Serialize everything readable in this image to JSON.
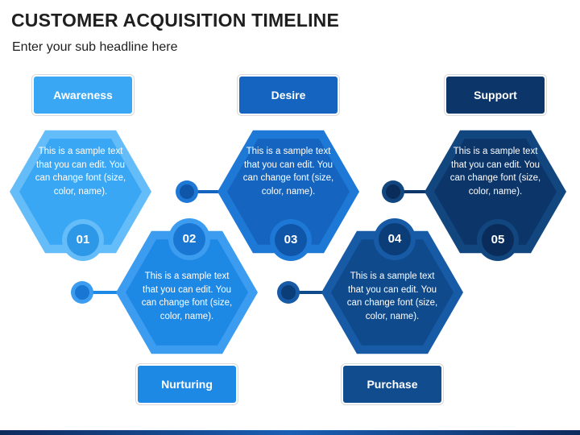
{
  "header": {
    "title": "CUSTOMER ACQUISITION TIMELINE",
    "subtitle": "Enter your sub headline here"
  },
  "steps": [
    {
      "number": "01",
      "label": "Awareness",
      "text": "This is a sample text that you can edit. You can change font (size, color, name).",
      "color": "#3aa7f5",
      "ring": "#64bcf8",
      "box": "#3aa7f5",
      "numc": "#2d97e8"
    },
    {
      "number": "02",
      "label": "Nurturing",
      "text": "This is a sample text that you can edit. You can change font (size, color, name).",
      "color": "#1e88e5",
      "ring": "#3b9cf0",
      "box": "#1e88e5",
      "numc": "#1976d2"
    },
    {
      "number": "03",
      "label": "Desire",
      "text": "This is a sample text that you can edit. You can change font (size, color, name).",
      "color": "#1565c0",
      "ring": "#1e78d6",
      "box": "#1565c0",
      "numc": "#0f56a8"
    },
    {
      "number": "04",
      "label": "Purchase",
      "text": "This is a sample text that you can edit. You can change font (size, color, name).",
      "color": "#0f4a8c",
      "ring": "#175aa6",
      "box": "#114c8f",
      "numc": "#0b3d78"
    },
    {
      "number": "05",
      "label": "Support",
      "text": "This is a sample text that you can edit. You can change font (size, color, name).",
      "color": "#0c3569",
      "ring": "#12467f",
      "box": "#0c3569",
      "numc": "#092c5a"
    }
  ]
}
